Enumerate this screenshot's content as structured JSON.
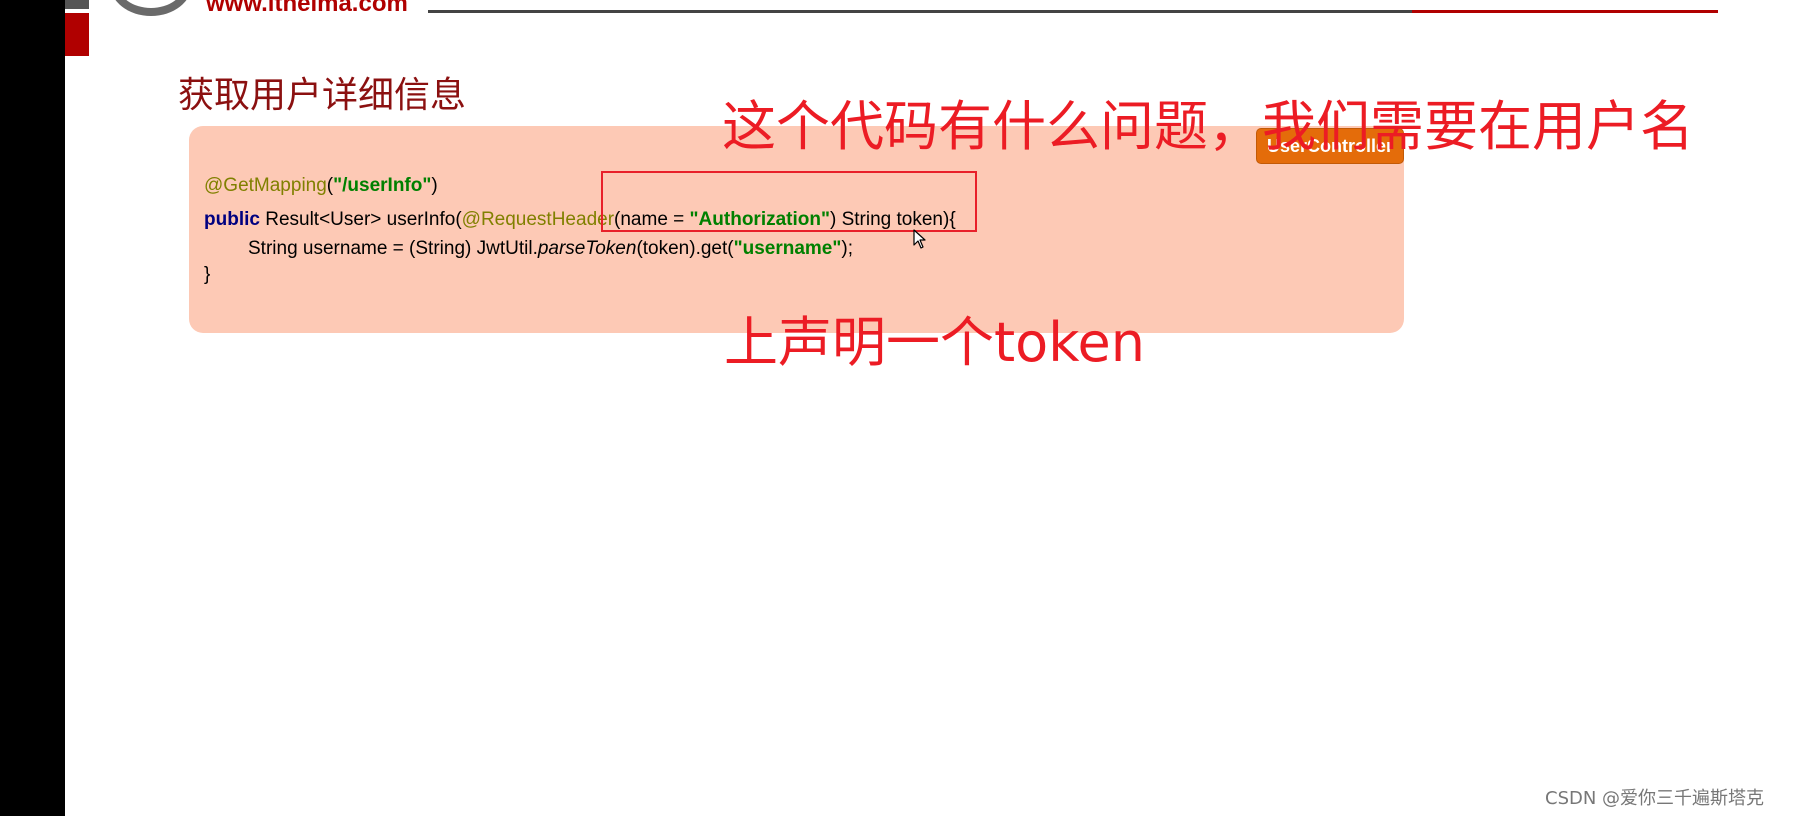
{
  "header": {
    "logo_url": "www.itheima.com"
  },
  "slide": {
    "title": "获取用户详细信息"
  },
  "code": {
    "tag": "UserController",
    "line1": {
      "annotation": "@GetMapping",
      "paren_open": "(",
      "string": "\"/userInfo\"",
      "paren_close": ")"
    },
    "line2": {
      "keyword": "public",
      "text1": " Result<User> userInfo(",
      "annotation": "@RequestHeader",
      "text2": "(name = ",
      "string": "\"Authorization\"",
      "text3": ") String token){"
    },
    "line3": {
      "text1": "String username = (String) JwtUtil.",
      "method": "parseToken",
      "text2": "(token).get(",
      "string": "\"username\"",
      "text3": ");"
    },
    "line4": "}"
  },
  "overlay": {
    "line1": "这个代码有什么问题，我们需要在用户名",
    "line2": "上声明一个token"
  },
  "watermark": "CSDN @爱你三千遍斯塔克",
  "colors": {
    "brand_red": "#b00000",
    "code_bg": "#fdc9b5",
    "tag_orange": "#e46c0a",
    "annotation_red": "#ec1c24"
  }
}
